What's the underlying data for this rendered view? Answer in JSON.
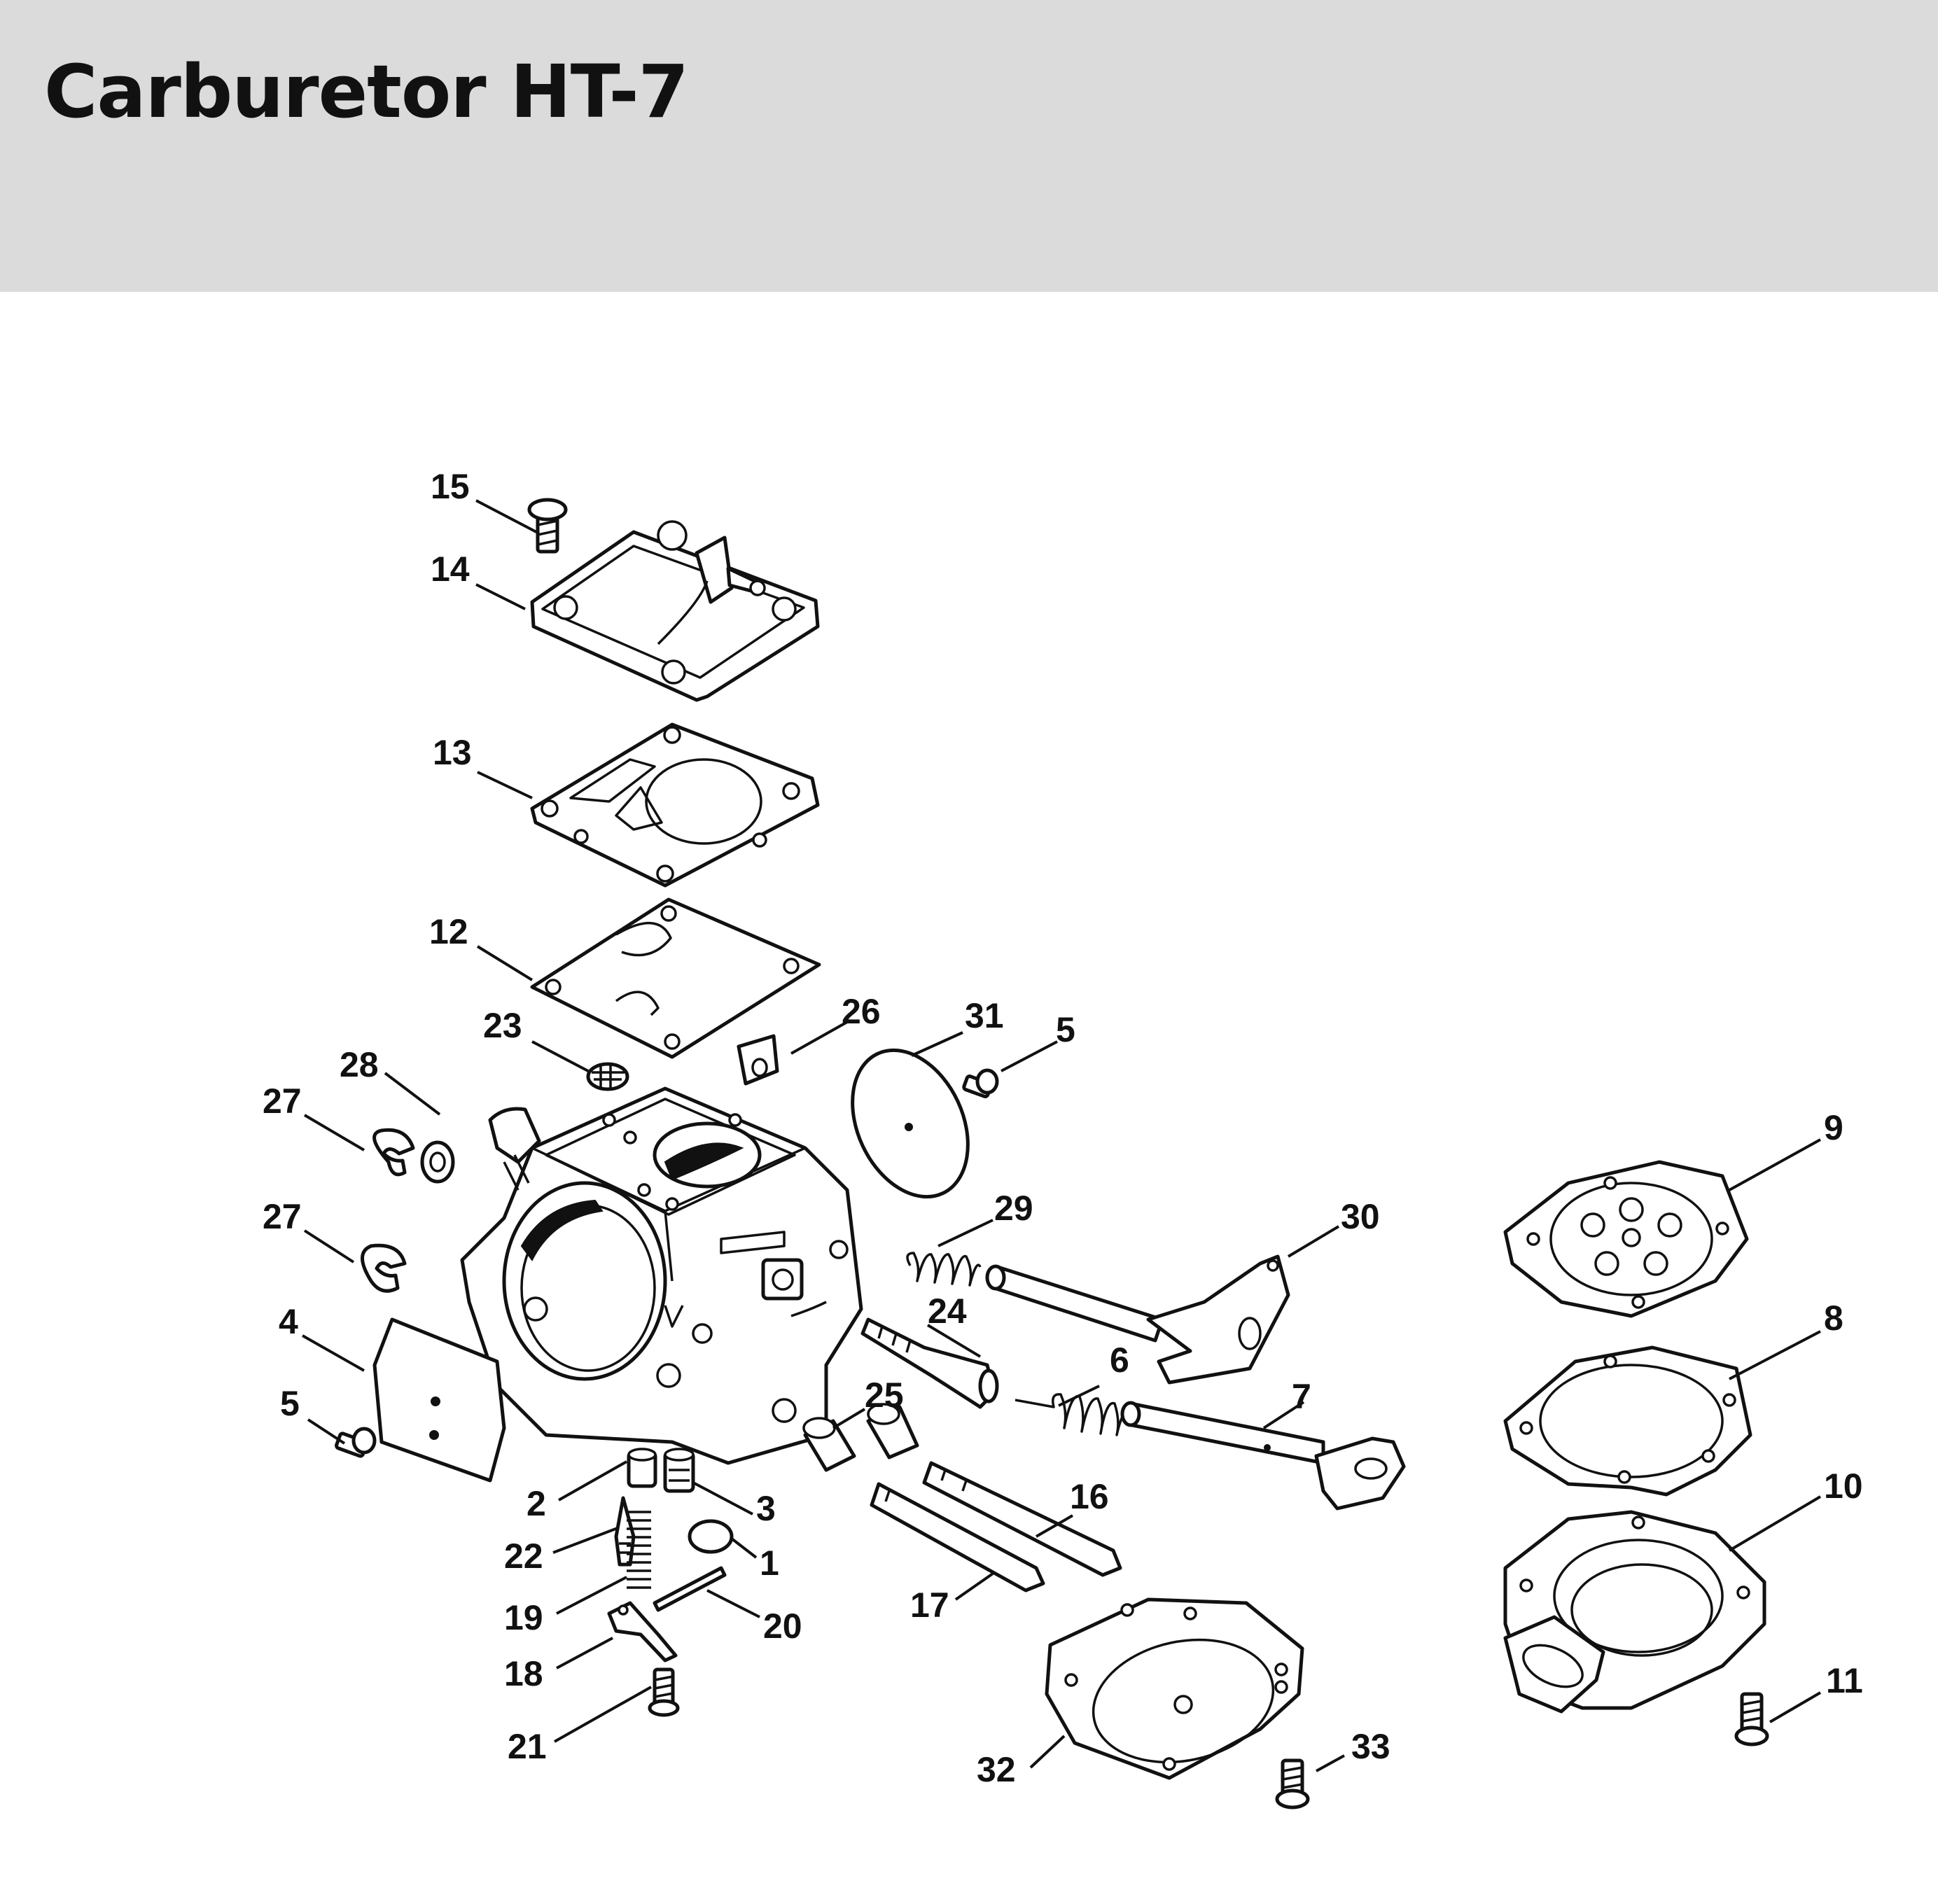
{
  "header": {
    "title": "Carburetor HT-7",
    "background": "#dadbda"
  },
  "callouts": {
    "c1": "1",
    "c2": "2",
    "c3": "3",
    "c4": "4",
    "c5a": "5",
    "c5b": "5",
    "c6": "6",
    "c7": "7",
    "c8": "8",
    "c9": "9",
    "c10": "10",
    "c11": "11",
    "c12": "12",
    "c13": "13",
    "c14": "14",
    "c15": "15",
    "c16": "16",
    "c17": "17",
    "c18": "18",
    "c19": "19",
    "c20": "20",
    "c21": "21",
    "c22": "22",
    "c23": "23",
    "c24": "24",
    "c25": "25",
    "c26": "26",
    "c27a": "27",
    "c27b": "27",
    "c28": "28",
    "c29": "29",
    "c30": "30",
    "c31": "31",
    "c32": "32",
    "c33": "33"
  }
}
